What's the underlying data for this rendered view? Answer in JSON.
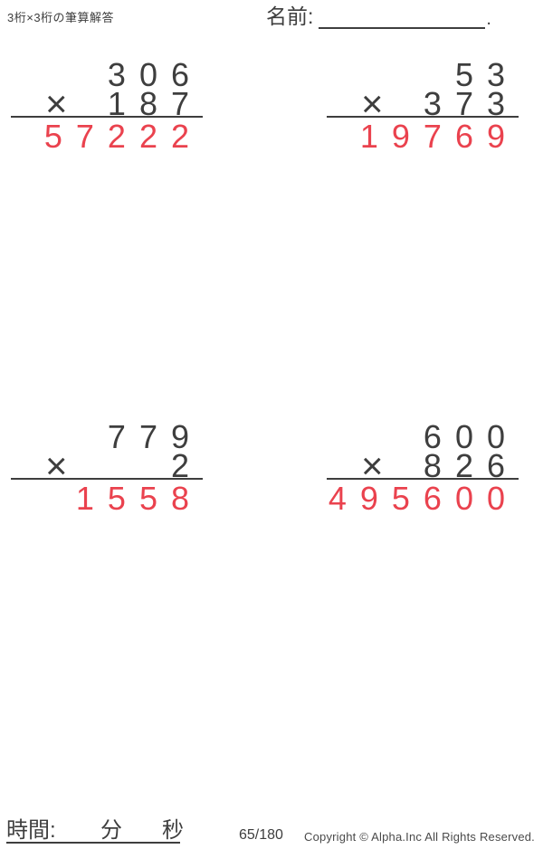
{
  "header": {
    "title": "3桁×3桁の筆算解答",
    "name_label": "名前:",
    "name_line_period": "."
  },
  "operator": "×",
  "problems": [
    {
      "multiplicand": "306",
      "multiplier": "187",
      "product": "57222"
    },
    {
      "multiplicand": "53",
      "multiplier": "373",
      "product": "19769"
    },
    {
      "multiplicand": "779",
      "multiplier": "2",
      "product": "1558"
    },
    {
      "multiplicand": "600",
      "multiplier": "826",
      "product": "495600"
    }
  ],
  "footer": {
    "time_label": "時間:",
    "minutes_label": "分",
    "seconds_label": "秒",
    "page_number": "65/180",
    "copyright": "Copyright © Alpha.Inc All Rights Reserved."
  },
  "colors": {
    "ink": "#3e3e3e",
    "answer_red": "#ea424e"
  }
}
